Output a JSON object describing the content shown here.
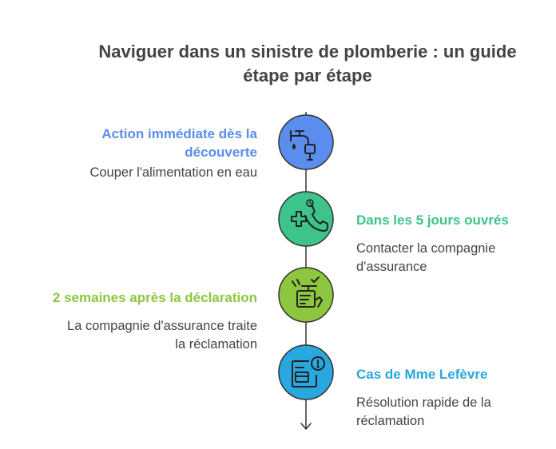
{
  "title": {
    "line1": "Naviguer dans un sinistre de plomberie : un guide",
    "line2": "étape par étape"
  },
  "steps": [
    {
      "heading_lines": [
        "Action immédiate dès la",
        "découverte"
      ],
      "description_lines": [
        "Couper l'alimentation en eau"
      ],
      "side": "left",
      "color": "#5B8DEE",
      "icon": "faucet-leak-icon"
    },
    {
      "heading_lines": [
        "Dans les 5 jours ouvrés"
      ],
      "description_lines": [
        "Contacter la compagnie",
        "d'assurance"
      ],
      "side": "right",
      "color": "#3DC48A",
      "icon": "medical-phone-icon"
    },
    {
      "heading_lines": [
        "2 semaines après la déclaration"
      ],
      "description_lines": [
        "La compagnie d'assurance traite",
        "la réclamation"
      ],
      "side": "left",
      "color": "#8DC63F",
      "icon": "claim-processing-icon"
    },
    {
      "heading_lines": [
        "Cas de Mme Lefèvre"
      ],
      "description_lines": [
        "Résolution rapide de la",
        "réclamation"
      ],
      "side": "right",
      "color": "#29A7DF",
      "icon": "claim-document-alert-icon"
    }
  ]
}
